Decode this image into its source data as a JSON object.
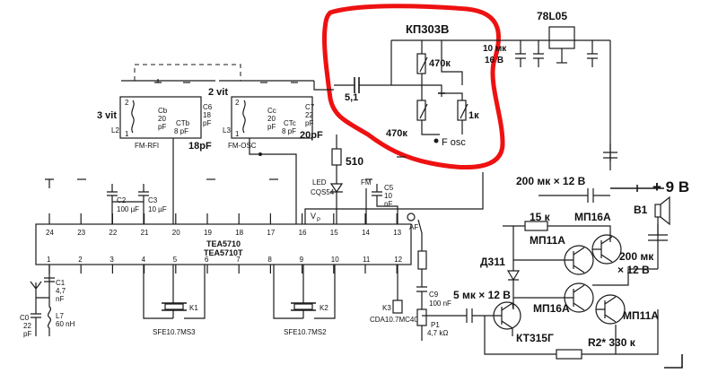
{
  "ic": {
    "name1": "TEA5710",
    "name2": "TEA5710T",
    "pins_top": [
      "24",
      "23",
      "22",
      "21",
      "20",
      "19",
      "18",
      "17",
      "16",
      "15",
      "14",
      "13"
    ],
    "pins_bottom": [
      "1",
      "2",
      "3",
      "4",
      "5",
      "6",
      "7",
      "8",
      "9",
      "10",
      "11",
      "12"
    ],
    "vp_label": "V",
    "vp_sub": "P",
    "af_label": "AF"
  },
  "components": {
    "c1": "C1",
    "c1_val1": "4,7",
    "c1_val2": "nF",
    "c0": "C0",
    "c0_val1": "22",
    "c0_val2": "pF",
    "l7": "L7",
    "l7_val": "60 nH",
    "c2": "C2",
    "c2_val": "100 µF",
    "c3": "C3",
    "c3_val": "10 µF",
    "c5": "C5",
    "c5_val1": "10",
    "c5_val2": "nF",
    "c9": "C9",
    "c9_val": "100 nF",
    "p1": "P1",
    "p1_val": "4,7 kΩ",
    "k1": "K1",
    "k2": "K2",
    "k3": "K3",
    "k1_name": "SFE10.7MS3",
    "k2_name": "SFE10.7MS2",
    "k3_name": "CDA10.7MC40",
    "led": "LED",
    "led_name": "CQS54",
    "fm": "FM",
    "r510": "510",
    "fm_rfi": "FM-RFI",
    "fm_osc": "FM-OSC",
    "l2": "L2",
    "l3": "L3",
    "cb": "Cb",
    "cb_val1": "20",
    "cb_val2": "pF",
    "ctb": "CTb",
    "ctb_val1": "8 pF",
    "c6": "C6",
    "c6_val1": "18",
    "c6_val2": "pF",
    "cc": "Cc",
    "cc_val1": "20",
    "cc_val2": "pF",
    "ctc": "CTc",
    "ctc_val1": "8 pF",
    "c7": "C7",
    "c7_val1": "22",
    "c7_val2": "pF",
    "coil_turns_1": "3 vit",
    "coil_turns_2": "2 vit",
    "cap18": "18pF",
    "cap20": "20pF",
    "l_pin": "1",
    "l_pin2": "2"
  },
  "oscillator": {
    "fet": "КП303В",
    "r1": "470к",
    "r2": "470к",
    "r3": "1к",
    "cap": "5,1",
    "fosc": "F osc",
    "reg": "78L05",
    "cap10": "10 мк",
    "v16": "16 В"
  },
  "amplifier": {
    "supply": "+ 9 В",
    "b1": "В1",
    "c200a": "200 мк × 12 В",
    "c200b1": "200 мк",
    "c200b2": "× 12 В",
    "r15k": "15 к",
    "d311": "Д311",
    "t1": "МП16А",
    "t2": "МП11А",
    "t3": "МП16А",
    "t4": "МП11А",
    "c5mk": "5 мк × 12 В",
    "kt315": "КТ315Г",
    "r2": "R2* 330 к"
  },
  "colors": {
    "ink": "#1a1a1a",
    "highlight": "#e11111"
  }
}
